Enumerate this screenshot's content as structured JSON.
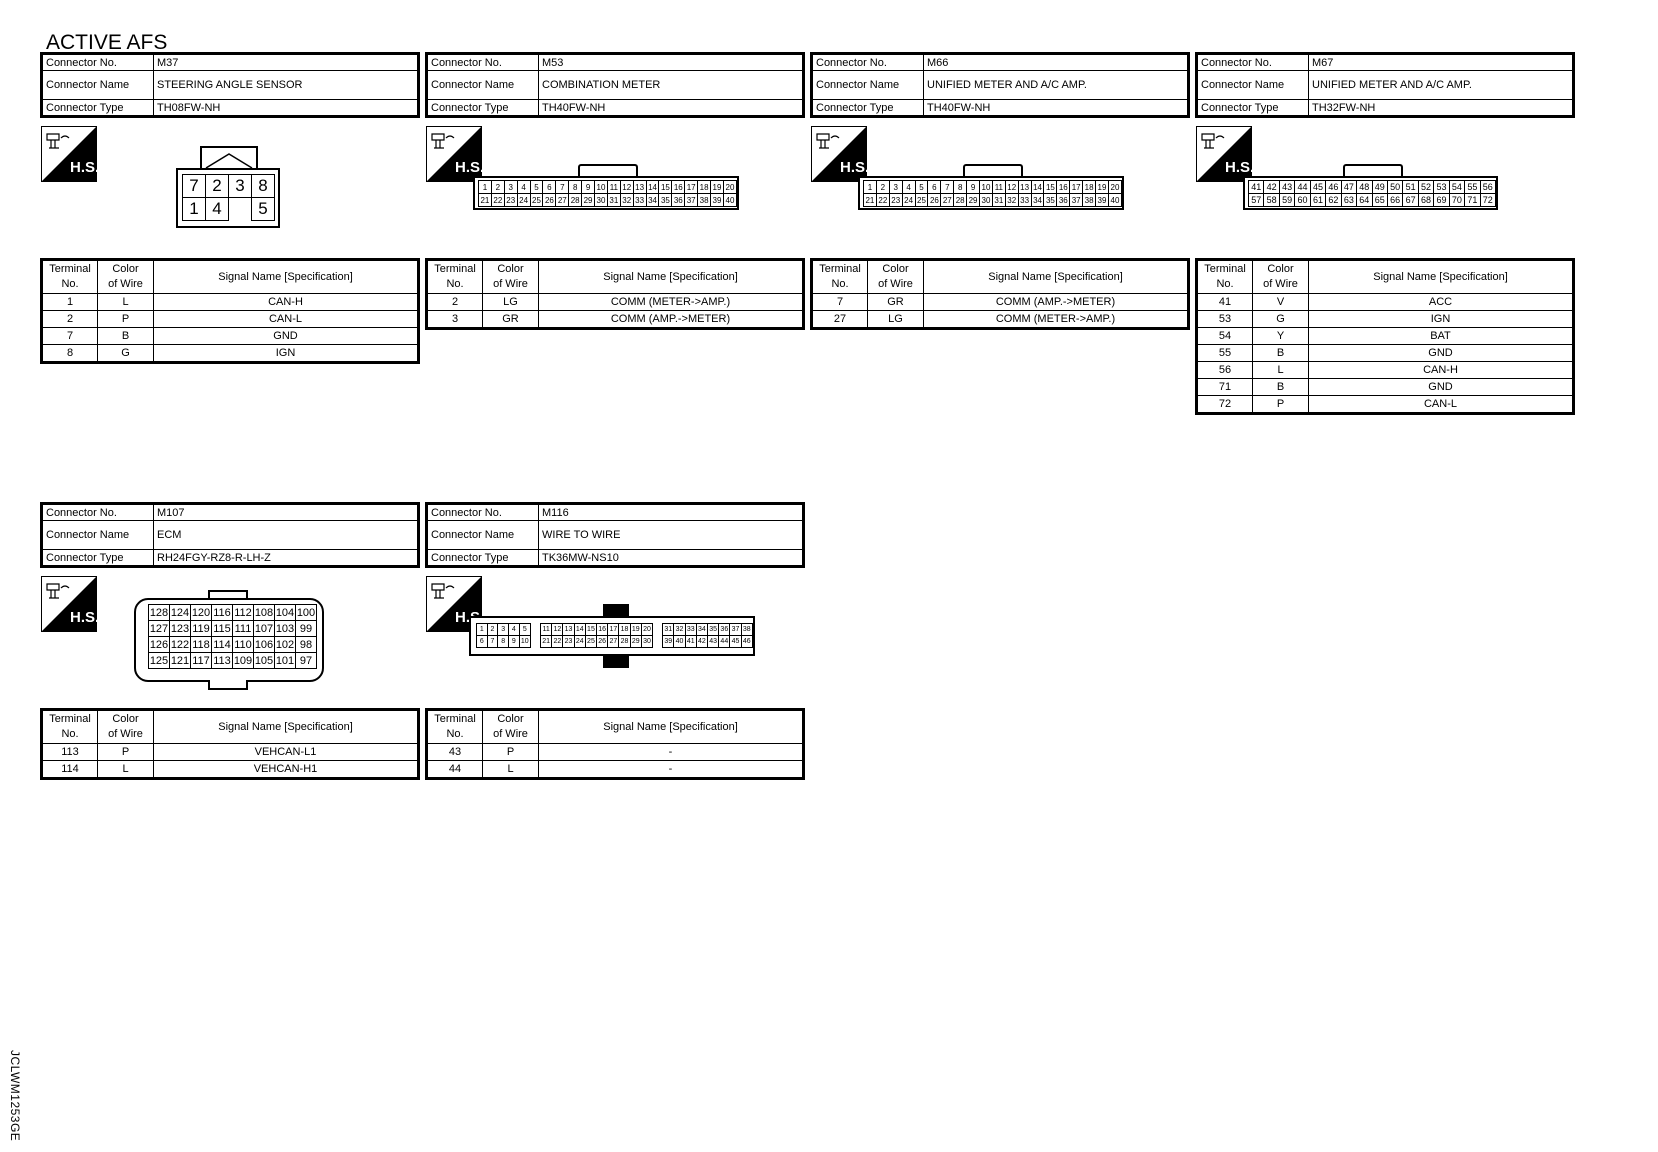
{
  "page_title": "ACTIVE AFS",
  "side_label": "JCLWM1253GE",
  "hs_label": "H.S.",
  "labels": {
    "conn_no": "Connector No.",
    "conn_name": "Connector Name",
    "conn_type": "Connector Type",
    "th_terminal_1": "Terminal",
    "th_terminal_2": "No.",
    "th_color_1": "Color",
    "th_color_2": "of Wire",
    "th_signal": "Signal Name [Specification]"
  },
  "connectors": [
    {
      "no": "M37",
      "name": "STEERING ANGLE SENSOR",
      "type": "TH08FW-NH",
      "diagram": "small8",
      "pin_rows": [
        [
          "7",
          "2",
          "3",
          "8"
        ],
        [
          "1",
          "4",
          "",
          "5"
        ]
      ],
      "rows": [
        {
          "t": "1",
          "c": "L",
          "s": "CAN-H"
        },
        {
          "t": "2",
          "c": "P",
          "s": "CAN-L"
        },
        {
          "t": "7",
          "c": "B",
          "s": "GND"
        },
        {
          "t": "8",
          "c": "G",
          "s": "IGN"
        }
      ]
    },
    {
      "no": "M53",
      "name": "COMBINATION METER",
      "type": "TH40FW-NH",
      "diagram": "wide40",
      "pin_rows": [
        [
          "1",
          "2",
          "3",
          "4",
          "5",
          "6",
          "7",
          "8",
          "9",
          "10",
          "11",
          "12",
          "13",
          "14",
          "15",
          "16",
          "17",
          "18",
          "19",
          "20"
        ],
        [
          "21",
          "22",
          "23",
          "24",
          "25",
          "26",
          "27",
          "28",
          "29",
          "30",
          "31",
          "32",
          "33",
          "34",
          "35",
          "36",
          "37",
          "38",
          "39",
          "40"
        ]
      ],
      "rows": [
        {
          "t": "2",
          "c": "LG",
          "s": "COMM (METER->AMP.)"
        },
        {
          "t": "3",
          "c": "GR",
          "s": "COMM (AMP.->METER)"
        }
      ]
    },
    {
      "no": "M66",
      "name": "UNIFIED METER AND A/C AMP.",
      "type": "TH40FW-NH",
      "diagram": "wide40",
      "pin_rows": [
        [
          "1",
          "2",
          "3",
          "4",
          "5",
          "6",
          "7",
          "8",
          "9",
          "10",
          "11",
          "12",
          "13",
          "14",
          "15",
          "16",
          "17",
          "18",
          "19",
          "20"
        ],
        [
          "21",
          "22",
          "23",
          "24",
          "25",
          "26",
          "27",
          "28",
          "29",
          "30",
          "31",
          "32",
          "33",
          "34",
          "35",
          "36",
          "37",
          "38",
          "39",
          "40"
        ]
      ],
      "rows": [
        {
          "t": "7",
          "c": "GR",
          "s": "COMM (AMP.->METER)"
        },
        {
          "t": "27",
          "c": "LG",
          "s": "COMM (METER->AMP.)"
        }
      ]
    },
    {
      "no": "M67",
      "name": "UNIFIED METER AND A/C AMP.",
      "type": "TH32FW-NH",
      "diagram": "wide32",
      "pin_rows": [
        [
          "41",
          "42",
          "43",
          "44",
          "45",
          "46",
          "47",
          "48",
          "49",
          "50",
          "51",
          "52",
          "53",
          "54",
          "55",
          "56"
        ],
        [
          "57",
          "58",
          "59",
          "60",
          "61",
          "62",
          "63",
          "64",
          "65",
          "66",
          "67",
          "68",
          "69",
          "70",
          "71",
          "72"
        ]
      ],
      "rows": [
        {
          "t": "41",
          "c": "V",
          "s": "ACC"
        },
        {
          "t": "53",
          "c": "G",
          "s": "IGN"
        },
        {
          "t": "54",
          "c": "Y",
          "s": "BAT"
        },
        {
          "t": "55",
          "c": "B",
          "s": "GND"
        },
        {
          "t": "56",
          "c": "L",
          "s": "CAN-H"
        },
        {
          "t": "71",
          "c": "B",
          "s": "GND"
        },
        {
          "t": "72",
          "c": "P",
          "s": "CAN-L"
        }
      ]
    },
    {
      "no": "M107",
      "name": "ECM",
      "type": "RH24FGY-RZ8-R-LH-Z",
      "diagram": "ecm24",
      "pin_rows": [
        [
          "128",
          "124",
          "120",
          "116",
          "112",
          "108",
          "104",
          "100"
        ],
        [
          "127",
          "123",
          "119",
          "115",
          "111",
          "107",
          "103",
          "99"
        ],
        [
          "126",
          "122",
          "118",
          "114",
          "110",
          "106",
          "102",
          "98"
        ],
        [
          "125",
          "121",
          "117",
          "113",
          "109",
          "105",
          "101",
          "97"
        ]
      ],
      "rows": [
        {
          "t": "113",
          "c": "P",
          "s": "VEHCAN-L1"
        },
        {
          "t": "114",
          "c": "L",
          "s": "VEHCAN-H1"
        }
      ]
    },
    {
      "no": "M116",
      "name": "WIRE TO WIRE",
      "type": "TK36MW-NS10",
      "diagram": "w2w36",
      "pin_rows": [
        [
          "1",
          "2",
          "3",
          "4",
          "5",
          "",
          "11",
          "12",
          "13",
          "14",
          "15",
          "16",
          "17",
          "18",
          "19",
          "20",
          "",
          "31",
          "32",
          "33",
          "34",
          "35",
          "36",
          "37",
          "38"
        ],
        [
          "6",
          "7",
          "8",
          "9",
          "10",
          "",
          "21",
          "22",
          "23",
          "24",
          "25",
          "26",
          "27",
          "28",
          "29",
          "30",
          "",
          "39",
          "40",
          "41",
          "42",
          "43",
          "44",
          "45",
          "46"
        ]
      ],
      "rows": [
        {
          "t": "43",
          "c": "P",
          "s": "-"
        },
        {
          "t": "44",
          "c": "L",
          "s": "-"
        }
      ]
    }
  ]
}
